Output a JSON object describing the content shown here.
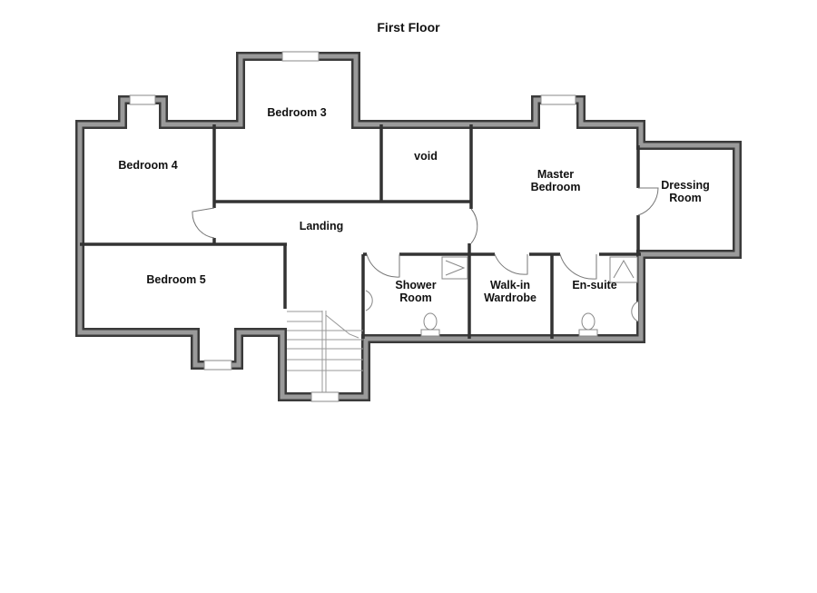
{
  "title": "First Floor",
  "rooms": {
    "bedroom3": "Bedroom 3",
    "bedroom4": "Bedroom 4",
    "bedroom5": "Bedroom 5",
    "void": "void",
    "landing": "Landing",
    "master_line1": "Master",
    "master_line2": "Bedroom",
    "dressing_line1": "Dressing",
    "dressing_line2": "Room",
    "shower_line1": "Shower",
    "shower_line2": "Room",
    "walkin_line1": "Walk-in",
    "walkin_line2": "Wardrobe",
    "ensuite": "En-suite"
  }
}
